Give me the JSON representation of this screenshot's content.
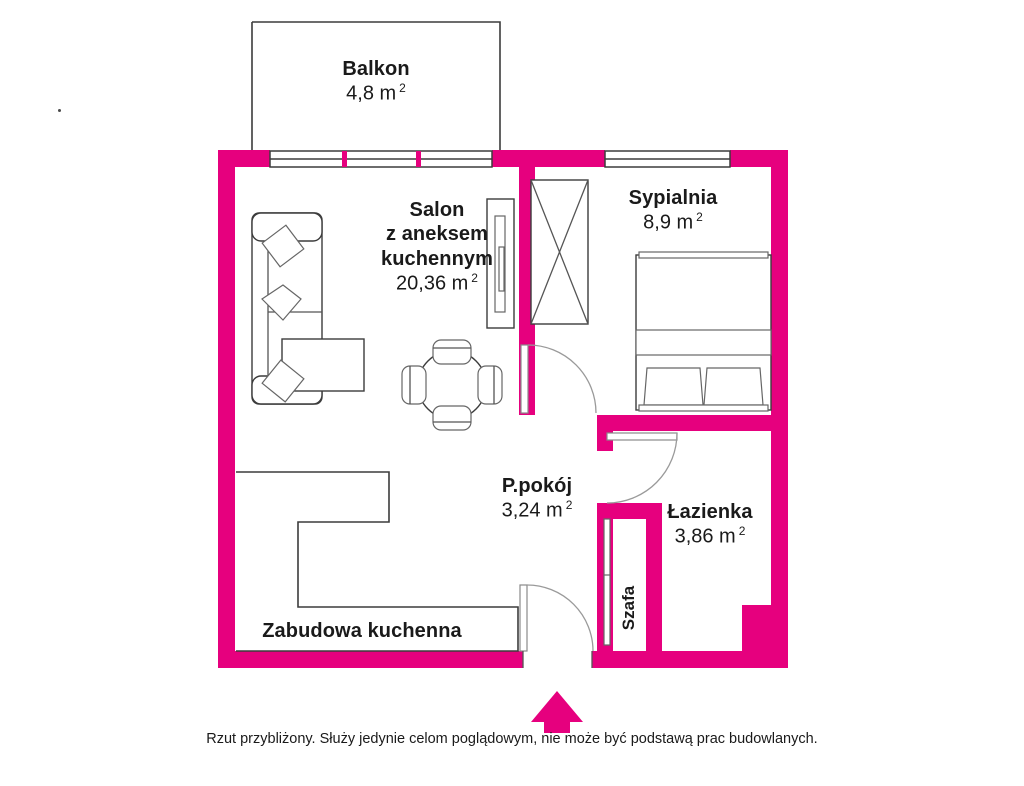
{
  "meta": {
    "accent_color": "#e6007e",
    "line_color": "#3c3c3c",
    "text_color": "#1a1a1a",
    "background": "#ffffff"
  },
  "rooms": [
    {
      "key": "balkon",
      "name": "Balkon",
      "area": "4,8 m",
      "sup": "2"
    },
    {
      "key": "salon",
      "name": "Salon\nz aneksem\nkuchennym",
      "area": "20,36 m",
      "sup": "2"
    },
    {
      "key": "sypialnia",
      "name": "Sypialnia",
      "area": "8,9 m",
      "sup": "2"
    },
    {
      "key": "ppokoj",
      "name": "P.pokój",
      "area": "3,24 m",
      "sup": "2"
    },
    {
      "key": "lazienka",
      "name": "Łazienka",
      "area": "3,86 m",
      "sup": "2"
    }
  ],
  "labels": {
    "balkon_name": "Balkon",
    "balkon_area": "4,8 m",
    "balkon_sup": "2",
    "salon_line1": "Salon",
    "salon_line2": "z aneksem",
    "salon_line3": "kuchennym",
    "salon_area": "20,36 m",
    "salon_sup": "2",
    "sypialnia_name": "Sypialnia",
    "sypialnia_area": "8,9 m",
    "sypialnia_sup": "2",
    "ppokoj_name": "P.pokój",
    "ppokoj_area": "3,24 m",
    "ppokoj_sup": "2",
    "lazienka_name": "Łazienka",
    "lazienka_area": "3,86 m",
    "lazienka_sup": "2",
    "kitchen_units": "Zabudowa kuchenna",
    "wardrobe": "Szafa"
  },
  "caption": {
    "text": "Rzut przybliżony. Służy jedynie celom poglądowym, nie może być podstawą prac budowlanych."
  },
  "furniture": [
    "sofa",
    "armchair-extension",
    "cushion",
    "round-dining-table",
    "dining-chair",
    "tv-cabinet",
    "bedroom-wardrobe",
    "double-bed",
    "pillow",
    "kitchen-counter"
  ],
  "openings": [
    "balcony-window",
    "bedroom-window",
    "bedroom-door",
    "bathroom-door",
    "living-room-door",
    "entrance-door",
    "entrance-arrow"
  ]
}
